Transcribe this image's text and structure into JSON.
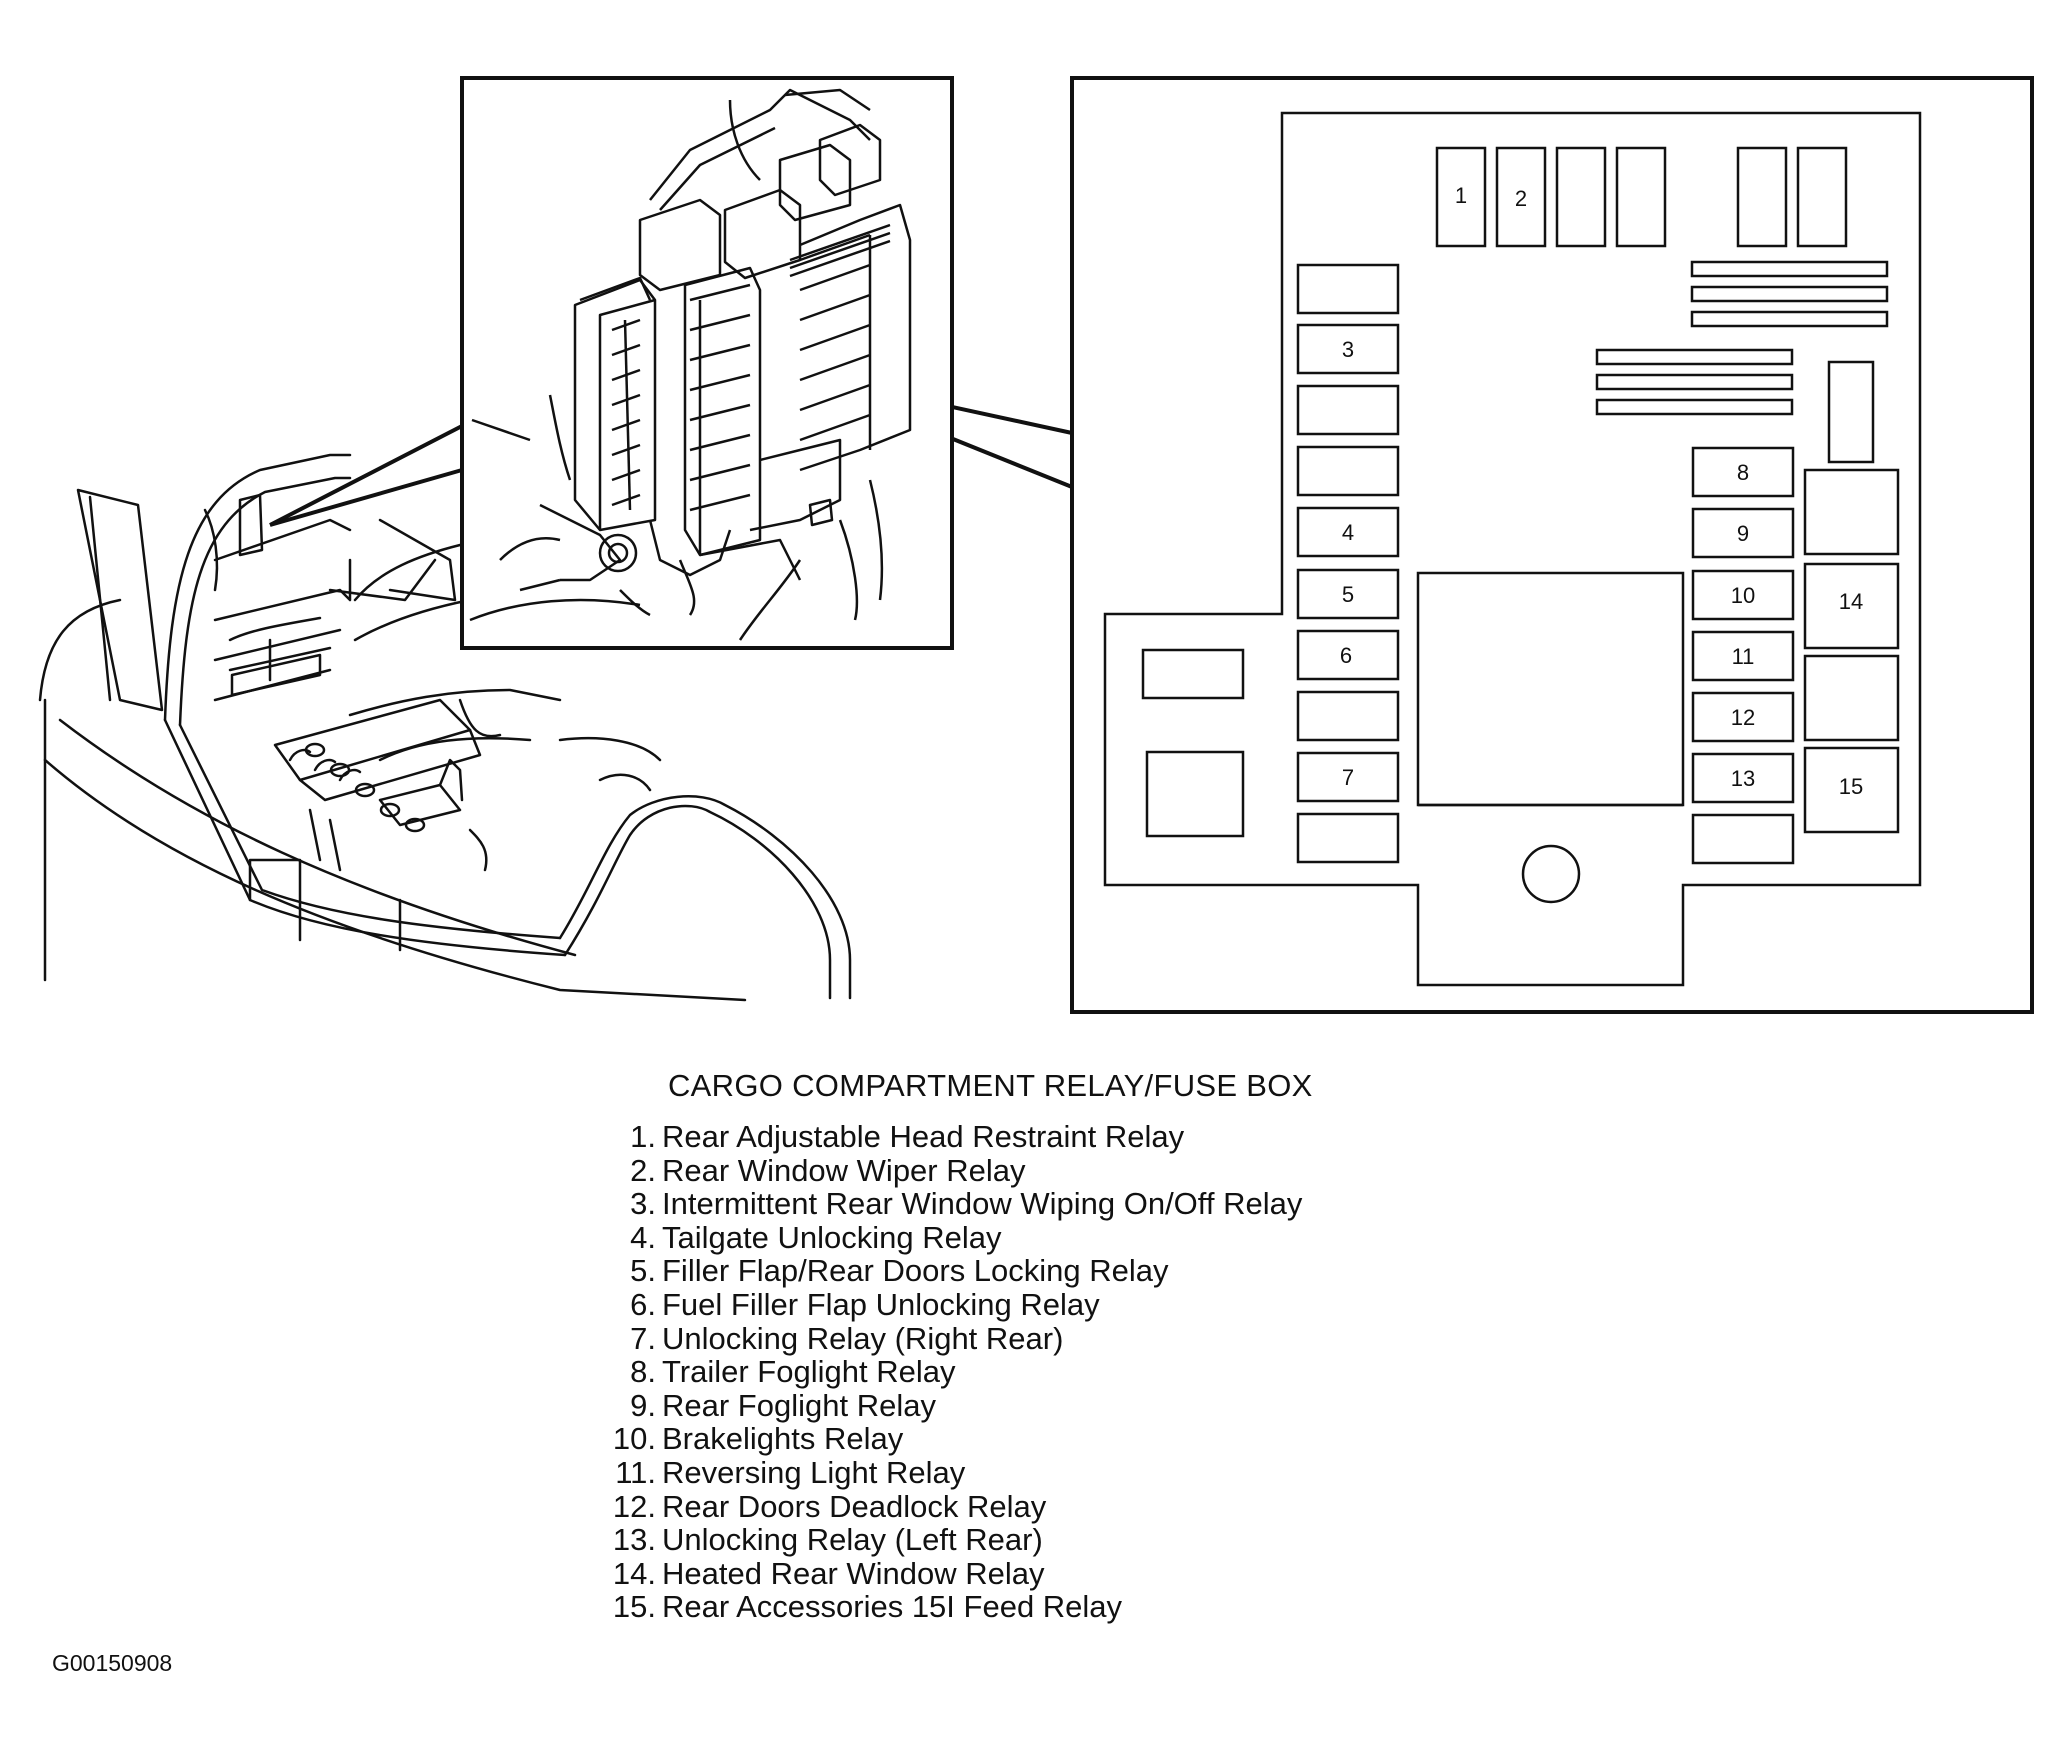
{
  "title": "CARGO COMPARTMENT RELAY/FUSE BOX",
  "relays": [
    {
      "num": "1.",
      "label": "Rear Adjustable Head Restraint Relay"
    },
    {
      "num": "2.",
      "label": "Rear Window Wiper Relay"
    },
    {
      "num": "3.",
      "label": "Intermittent Rear Window Wiping On/Off Relay"
    },
    {
      "num": "4.",
      "label": "Tailgate Unlocking Relay"
    },
    {
      "num": "5.",
      "label": "Filler Flap/Rear Doors Locking Relay"
    },
    {
      "num": "6.",
      "label": "Fuel Filler Flap Unlocking Relay"
    },
    {
      "num": "7.",
      "label": "Unlocking Relay (Right Rear)"
    },
    {
      "num": "8.",
      "label": "Trailer Foglight Relay"
    },
    {
      "num": "9.",
      "label": "Rear Foglight Relay"
    },
    {
      "num": "10.",
      "label": "Brakelights Relay"
    },
    {
      "num": "11.",
      "label": "Reversing Light Relay"
    },
    {
      "num": "12.",
      "label": "Rear Doors Deadlock Relay"
    },
    {
      "num": "13.",
      "label": "Unlocking Relay (Left Rear)"
    },
    {
      "num": "14.",
      "label": "Heated Rear Window Relay"
    },
    {
      "num": "15.",
      "label": "Rear Accessories 15I Feed Relay"
    }
  ],
  "slot_numbers": [
    "1",
    "2",
    "3",
    "4",
    "5",
    "6",
    "7",
    "8",
    "9",
    "10",
    "11",
    "12",
    "13",
    "14",
    "15"
  ],
  "figure_code": "G00150908"
}
